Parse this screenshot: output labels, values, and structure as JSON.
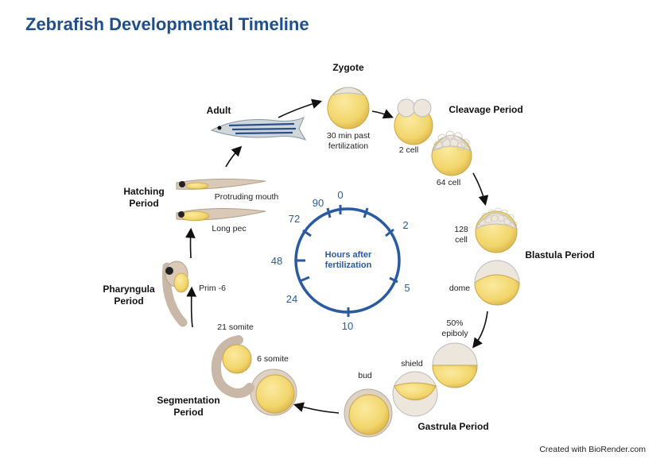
{
  "title": "Zebrafish Developmental Timeline",
  "periods": {
    "zygote": "Zygote",
    "cleavage": "Cleavage Period",
    "blastula": "Blastula Period",
    "gastrula": "Gastrula Period",
    "segmentation": "Segmentation Period",
    "pharyngula": "Pharyngula Period",
    "hatching": "Hatching Period",
    "adult": "Adult"
  },
  "stages": {
    "zygote_time": "30 min past fertilization",
    "two_cell": "2 cell",
    "sixtyfour_cell": "64 cell",
    "onetwentyeight_cell": "128 cell",
    "dome": "dome",
    "epiboly": "50% epiboly",
    "shield": "shield",
    "bud": "bud",
    "six_somite": "6 somite",
    "twentyone_somite": "21 somite",
    "prim": "Prim -6",
    "long_pec": "Long pec",
    "protruding_mouth": "Protruding mouth"
  },
  "clock": {
    "center_label": "Hours after fertilization",
    "ticks": [
      "0",
      "2",
      "5",
      "10",
      "24",
      "48",
      "72",
      "90"
    ]
  },
  "credit": "Created with BioRender.com",
  "colors": {
    "title": "#1f4e8c",
    "clock": "#2a5aa0",
    "yolk": "#f2d56b",
    "embryo": "#c9b8a8"
  }
}
